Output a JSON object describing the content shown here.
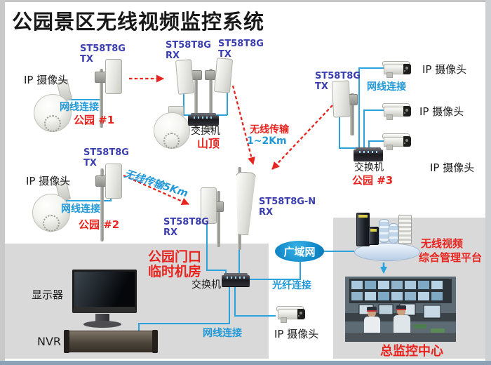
{
  "title": "公园景区无线视频监控系统",
  "palette": {
    "line_blue": "#2aa3dd",
    "label_indigo": "#3b3eae",
    "text_cyan": "#2199d8",
    "alert_red": "#e8241f",
    "panel_gray": "#d9d9d9",
    "wan_blue": "#1899d5"
  },
  "park1": {
    "antenna_model": "ST58T8G",
    "antenna_mode": "TX",
    "camera": "IP 摄像头",
    "cable": "网线连接",
    "name": "公园 #1"
  },
  "hilltop": {
    "rx_model": "ST58T8G",
    "rx_mode": "RX",
    "tx_model": "ST58T8G",
    "tx_mode": "TX",
    "switch": "交换机",
    "name": "山顶"
  },
  "park3": {
    "antenna_model": "ST58T8G",
    "antenna_mode": "TX",
    "cable": "网线连接",
    "camera1": "IP 摄像头",
    "camera2": "IP 摄像头",
    "camera3": "IP 摄像头",
    "switch": "交换机",
    "name": "公园 #3"
  },
  "park2": {
    "antenna_model": "ST58T8G",
    "antenna_mode": "TX",
    "camera": "IP 摄像头",
    "cable": "网线连接",
    "name": "公园 #2"
  },
  "wireless_links": {
    "hilltop_label": "无线传输",
    "hilltop_distance": "1~2Km",
    "park2_label": "无线传输5Km"
  },
  "receiver": {
    "rx_model": "ST58T8G",
    "rx_mode": "RX",
    "n_model": "ST58T8G-N",
    "n_mode": "RX"
  },
  "gate_room": {
    "line1": "公园门口",
    "line2": "临时机房",
    "monitor": "显示器",
    "nvr": "NVR",
    "switch": "交换机",
    "fiber": "光纤连接",
    "cable": "网线连接",
    "camera": "IP 摄像头"
  },
  "wan": {
    "label": "广域网"
  },
  "platform": {
    "line1": "无线视频",
    "line2": "综合管理平台"
  },
  "control_center": {
    "label": "总监控中心"
  }
}
